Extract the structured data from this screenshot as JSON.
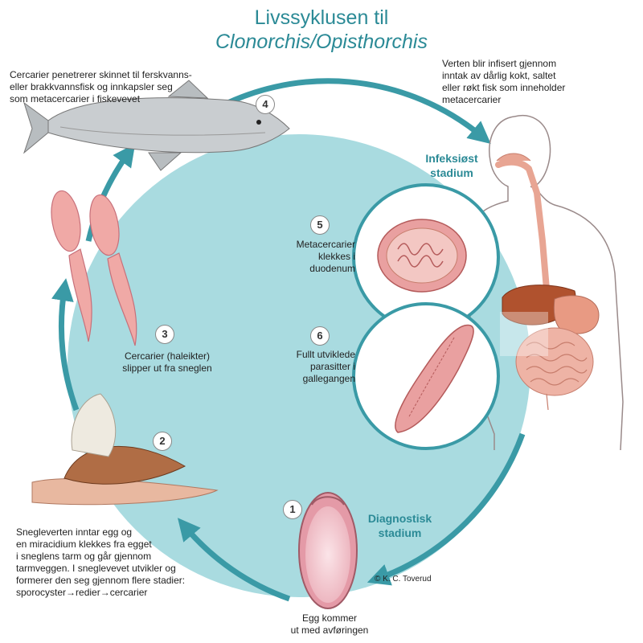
{
  "title": {
    "line1": "Livssyklusen til",
    "line2": "Clonorchis/Opisthorchis"
  },
  "stages": {
    "infective": [
      "Infeksiøst",
      "stadium"
    ],
    "diagnostic": [
      "Diagnostisk",
      "stadium"
    ]
  },
  "steps": {
    "step1": {
      "number": "1",
      "text": [
        "Egg kommer",
        "ut med avføringen"
      ]
    },
    "step2": {
      "number": "2",
      "text": [
        "Snegleverten inntar egg og",
        "en miracidium klekkes fra egget",
        "i sneglens tarm og  går gjennom",
        "tarmveggen.  I sneglevevet utvikler og",
        "formerer den seg gjennom flere stadier:",
        "sporocyster→redier→cercarier"
      ]
    },
    "step3": {
      "number": "3",
      "text": [
        "Cercarier (haleikter)",
        "slipper ut fra sneglen"
      ]
    },
    "step4": {
      "number": "4",
      "text": [
        "Cercarier penetrerer skinnet til ferskvanns-",
        "eller brakkvannsfisk og innkapsler seg",
        "som metacercarier i fiskevevet"
      ]
    },
    "step5": {
      "number": "5",
      "text": [
        "Metacercarier",
        "klekkes i",
        "duodenum"
      ]
    },
    "step6": {
      "number": "6",
      "text": [
        "Fullt utviklede",
        "parasitter i",
        "gallegangen"
      ]
    }
  },
  "host_note": [
    "Verten blir infisert gjennom",
    "inntak av dårlig kokt, saltet",
    "eller røkt fisk som inneholder",
    "metacercarier"
  ],
  "copyright": "© K. C. Toverud",
  "colors": {
    "title": "#2b8a96",
    "cycle_fill": "#a9dbe0",
    "cycle_arrow": "#3a9aa6",
    "organ_pink": "#e8a593",
    "liver": "#b0522e"
  }
}
